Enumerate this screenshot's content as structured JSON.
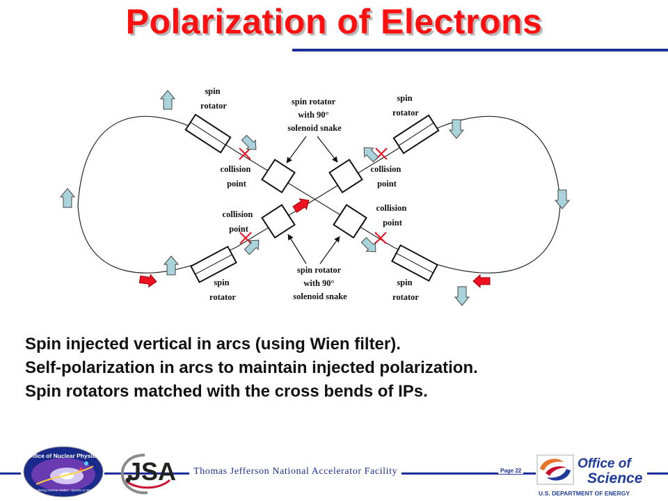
{
  "slide": {
    "title": "Polarization of Electrons",
    "bullets": [
      "Spin injected vertical in arcs (using Wien filter).",
      "Self-polarization in arcs to maintain injected polarization.",
      "Spin rotators matched with the cross bends of IPs."
    ]
  },
  "diagram": {
    "labels": {
      "spin_rotator_tl": [
        "spin",
        "rotator"
      ],
      "spin_rotator_tr": [
        "spin",
        "rotator"
      ],
      "spin_rotator_bl": [
        "spin",
        "rotator"
      ],
      "spin_rotator_br": [
        "spin",
        "rotator"
      ],
      "snake_top": [
        "spin rotator",
        "with 90°",
        "solenoid snake"
      ],
      "snake_bottom": [
        "spin rotator",
        "with 90°",
        "solenoid snake"
      ],
      "collision_tl": [
        "collision",
        "point"
      ],
      "collision_tr": [
        "collision",
        "point"
      ],
      "collision_bl": [
        "collision",
        "point"
      ],
      "collision_br": [
        "collision",
        "point"
      ]
    },
    "colors": {
      "spin_arrow": "#a9d4dc",
      "injected_arrow": "#ee1122",
      "collision_mark": "#ee1122",
      "track": "#222222"
    }
  },
  "footer": {
    "lab_name": "Thomas Jefferson National Accelerator Facility",
    "page": "Page 22",
    "left_logo_title": "Office of Nuclear Physics",
    "left_logo_tagline": "Exploring Nuclear Matter - Quarks to Stars",
    "jsa_logo_text": "JSA",
    "right_logo_line1": "Office of",
    "right_logo_line2": "Science",
    "right_logo_line3": "U.S. DEPARTMENT OF ENERGY"
  }
}
